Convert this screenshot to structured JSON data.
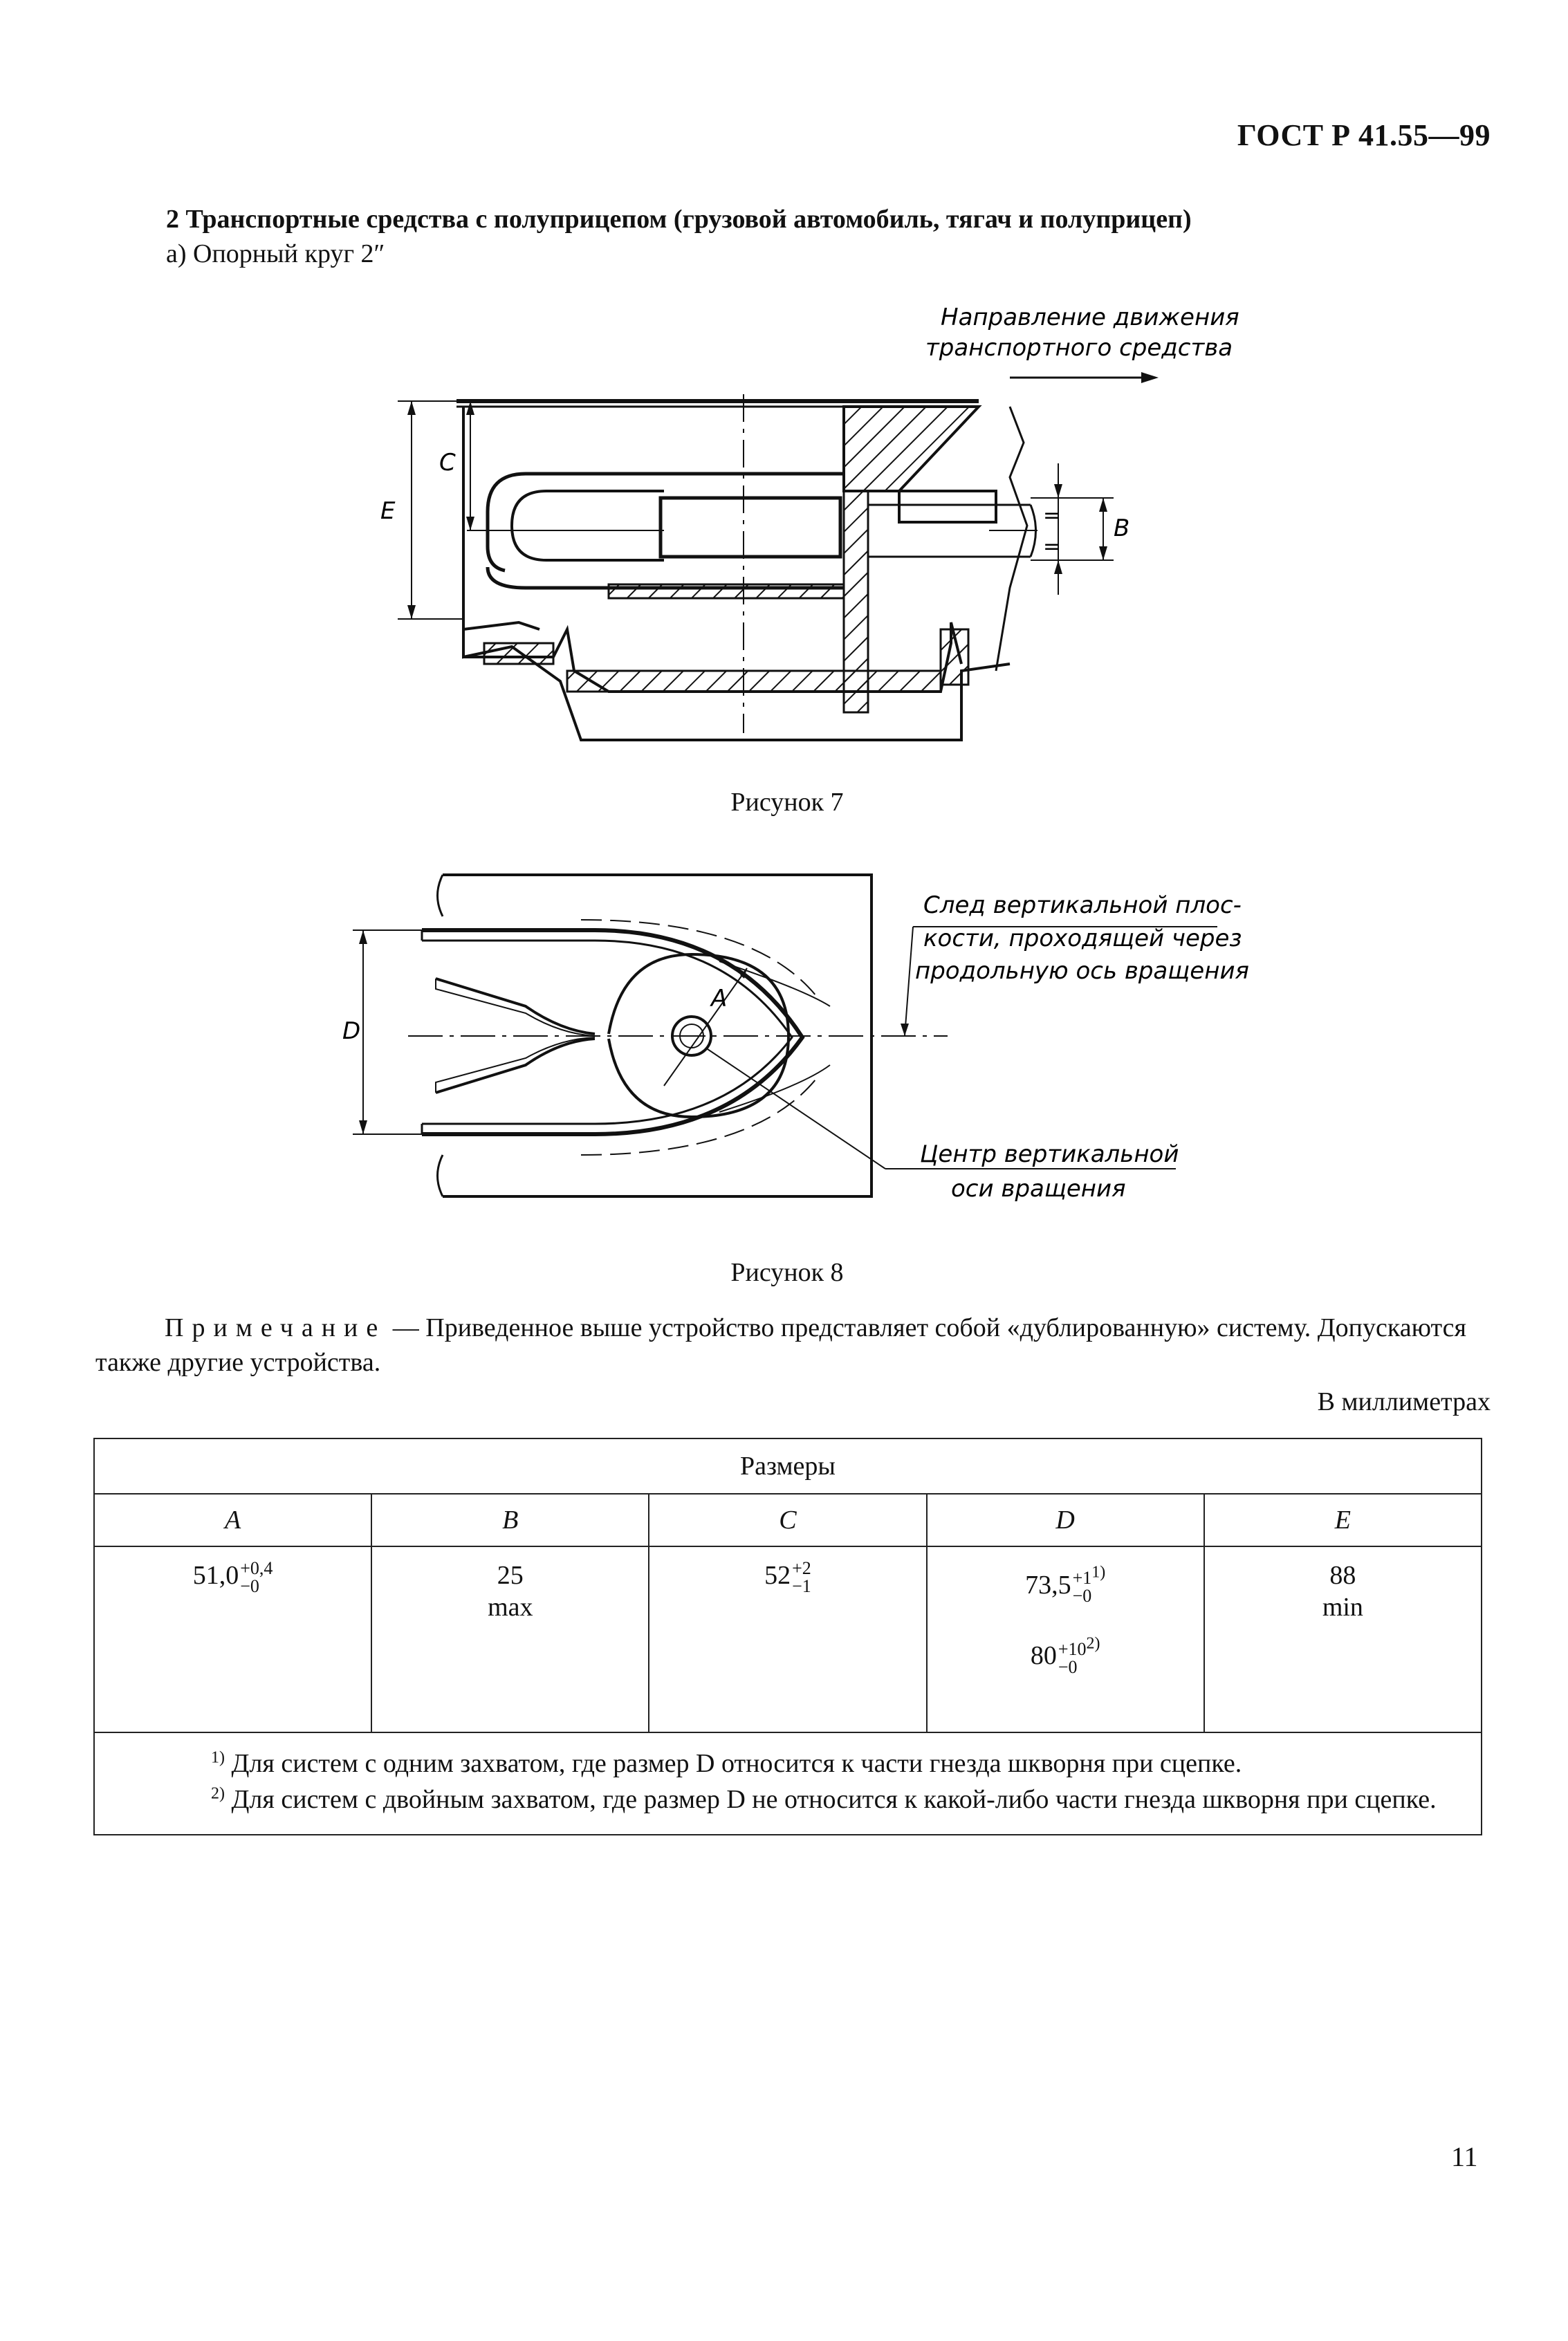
{
  "header": {
    "doc_code": "ГОСТ Р 41.55—99"
  },
  "section": {
    "title": "2 Транспортные средства с полуприцепом (грузовой автомобиль, тягач и полуприцеп)",
    "subtitle": "а) Опорный круг 2″"
  },
  "figure7": {
    "direction_label_line1": "Направление движения",
    "direction_label_line2": "транспортного средства",
    "dim_letters": [
      "E",
      "C",
      "B"
    ],
    "caption": "Рисунок 7"
  },
  "figure8": {
    "trace_label_line1": "След вертикальной плос-",
    "trace_label_line2": "кости, проходящей через",
    "trace_label_line3": "продольную ось вращения",
    "center_label_line1": "Центр вертикальной",
    "center_label_line2": "оси вращения",
    "dim_letters": [
      "D",
      "A"
    ],
    "caption": "Рисунок 8"
  },
  "note": {
    "label": "Примечание",
    "text": " — Приведенное выше устройство представляет собой «дублированную» систему. Допускаются также другие устройства."
  },
  "units": "В миллиметрах",
  "table": {
    "group_header": "Размеры",
    "columns": [
      "A",
      "B",
      "C",
      "D",
      "E"
    ],
    "values": {
      "a_base": "51,0",
      "a_upper": "+0,4",
      "a_lower": "−0",
      "b_value": "25",
      "b_limit": "max",
      "c_base": "52",
      "c_upper": "+2",
      "c_lower": "−1",
      "d1_base": "73,5",
      "d1_upper": "+1",
      "d1_lower": "−0",
      "d1_ref": "1)",
      "d2_base": "80",
      "d2_upper": "+10",
      "d2_lower": "−0",
      "d2_ref": "2)",
      "e_value": "88",
      "e_limit": "min"
    },
    "footnotes": [
      {
        "mark": "1)",
        "text": " Для систем с одним захватом, где размер D относится к части гнезда шкворня при сцепке."
      },
      {
        "mark": "2)",
        "text": " Для систем с двойным захватом, где размер D не относится к какой-либо части гнезда шкворня при сцепке."
      }
    ]
  },
  "page_number": "11"
}
